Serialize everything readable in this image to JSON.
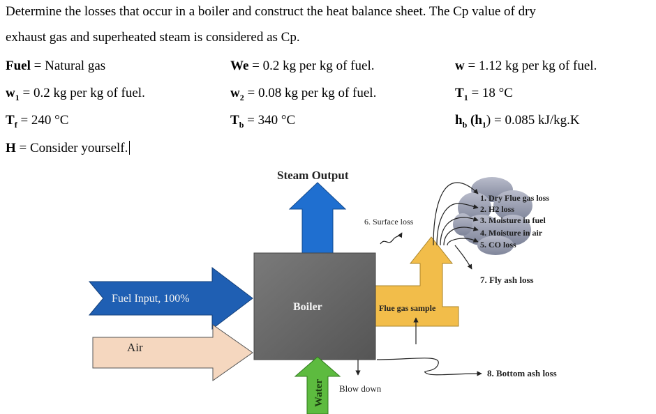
{
  "problem": {
    "line1": "Determine the losses that occur in a boiler and construct the heat balance sheet. The Cp value of dry",
    "line2": "exhaust gas and superheated steam is considered as Cp."
  },
  "givens": {
    "fuel_label": "Fuel",
    "fuel_value": " = Natural gas",
    "we_label": "We",
    "we_value": " = 0.2 kg per kg of fuel.",
    "w_label": "w",
    "w_value": " = 1.12 kg per kg of fuel.",
    "w1_label": "w",
    "w1_sub": "1",
    "w1_value": " = 0.2 kg per kg of fuel.",
    "w2_label": "w",
    "w2_sub": "2",
    "w2_value": " = 0.08 kg per kg of fuel.",
    "t1_label": "T",
    "t1_sub": "1",
    "t1_value": " = 18 °C",
    "tf_label": "T",
    "tf_sub": "f",
    "tf_value": " = 240 °C",
    "tb_label": "T",
    "tb_sub": "b",
    "tb_value": " = 340 °C",
    "hb_label": "h",
    "hb_sub": "b",
    "hb_paren": " (h",
    "hb_paren_sub": "1",
    "hb_value": ") = 0.085 kJ/kg.K",
    "h_label": "H",
    "h_value": " = Consider yourself."
  },
  "diagram": {
    "steam_output": "Steam Output",
    "boiler": "Boiler",
    "fuel_input": "Fuel Input, 100%",
    "air": "Air",
    "water": "Water",
    "blow_down": "Blow down",
    "surface_loss": "6. Surface loss",
    "flue_gas_sample": "Flue gas sample",
    "flue_losses": [
      "1. Dry Flue gas loss",
      "2. H2 loss",
      "3. Moisture in fuel",
      "4. Moisture in air",
      "5. CO loss"
    ],
    "fly_ash_loss": "7. Fly ash loss",
    "bottom_ash_loss": "8. Bottom ash loss",
    "colors": {
      "boiler": "#6b6b6b",
      "steam_arrow": "#1f6fd0",
      "fuel_arrow": "#1f5fb3",
      "air_arrow": "#f5d7bf",
      "water_arrow": "#5dbb3f",
      "flue_duct": "#f2bd4a",
      "cloud": "#9aa0b3"
    }
  }
}
